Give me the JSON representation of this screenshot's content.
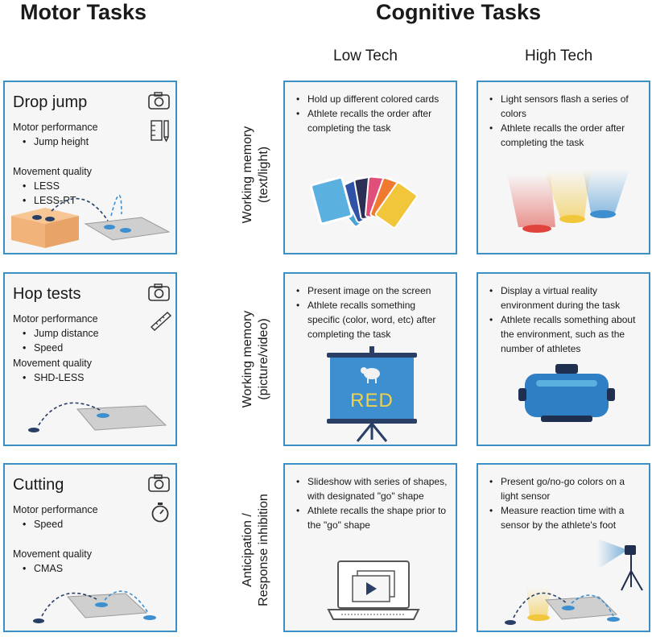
{
  "headings": {
    "motor": "Motor Tasks",
    "cognitive": "Cognitive Tasks"
  },
  "subheadings": {
    "low_tech": "Low Tech",
    "high_tech": "High Tech"
  },
  "motor_tasks": [
    {
      "title": "Drop jump",
      "section1": "Motor performance",
      "bullets1": [
        "Jump height"
      ],
      "section2": "Movement quality",
      "bullets2": [
        "LESS",
        "LESS-RT"
      ],
      "icons": [
        "camera-icon",
        "clipboard-pencil-icon"
      ]
    },
    {
      "title": "Hop tests",
      "section1": "Motor performance",
      "bullets1": [
        "Jump distance",
        "Speed"
      ],
      "section2": "Movement quality",
      "bullets2": [
        "SHD-LESS"
      ],
      "icons": [
        "camera-icon",
        "ruler-icon"
      ]
    },
    {
      "title": "Cutting",
      "section1": "Motor performance",
      "bullets1": [
        "Speed"
      ],
      "section2": "Movement quality",
      "bullets2": [
        "CMAS"
      ],
      "icons": [
        "camera-icon",
        "stopwatch-icon"
      ]
    }
  ],
  "row_labels": [
    [
      "Working memory",
      "(text/light)"
    ],
    [
      "Working memory",
      "(picture/video)"
    ],
    [
      "Anticipation /",
      "Response inhibition"
    ]
  ],
  "low_tech": [
    {
      "bullets": [
        "Hold up different colored cards",
        "Athlete recalls the order after completing the task"
      ]
    },
    {
      "bullets": [
        "Present image on the screen",
        "Athlete recalls something specific (color, word, etc) after completing the task"
      ],
      "screen_word": "RED"
    },
    {
      "bullets": [
        "Slideshow with series of shapes, with designated \"go\" shape",
        "Athlete recalls the shape prior to the \"go\" shape"
      ]
    }
  ],
  "high_tech": [
    {
      "bullets": [
        "Light sensors flash a series of colors",
        "Athlete recalls the order after completing the task"
      ]
    },
    {
      "bullets": [
        "Display a virtual reality environment during the task",
        "Athlete recalls something about the environment, such as the number of athletes"
      ]
    },
    {
      "bullets": [
        "Present go/no-go colors on a light sensor",
        "Measure reaction time with a sensor by the athlete's foot"
      ]
    }
  ],
  "colors": {
    "panel_border": "#3a8fc4",
    "panel_bg": "#f6f6f6",
    "accent_blue": "#3d8fcf",
    "accent_yellow": "#f2c63a",
    "accent_red": "#e0433b"
  }
}
